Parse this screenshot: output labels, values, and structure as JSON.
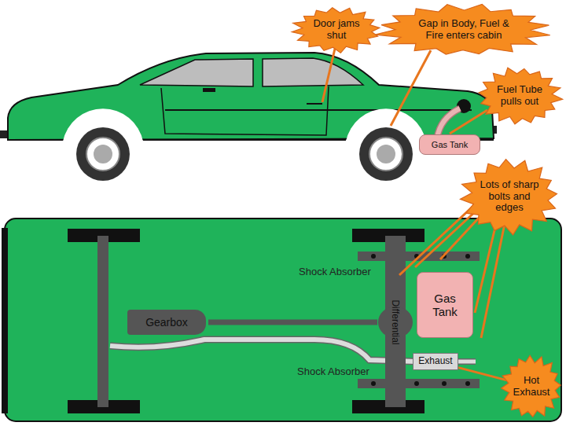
{
  "diagram": {
    "nodes": [
      {
        "text": [
          "Door jams shut"
        ]
      },
      {
        "text": [
          "Gap in Body, Fuel & Fire enters cabin"
        ]
      },
      {
        "text": [
          "Fuel Tube pulls out"
        ]
      },
      {
        "text": [
          "Gas Tank"
        ]
      },
      {
        "text": [
          "Lots of sharp bolts and edges"
        ]
      },
      {
        "text": [
          "Gearbox"
        ]
      },
      {
        "text": [
          "Gas Tank"
        ]
      },
      {
        "text": [
          "Exhaust"
        ]
      },
      {
        "text": [
          "Hot Exhaust"
        ]
      }
    ],
    "edges": [
      {
        "from": 8,
        "to": 7,
        "arrow": "none"
      }
    ],
    "labels": [
      "Shock Absorber",
      "Differential",
      "Shock Absorber"
    ]
  }
}
